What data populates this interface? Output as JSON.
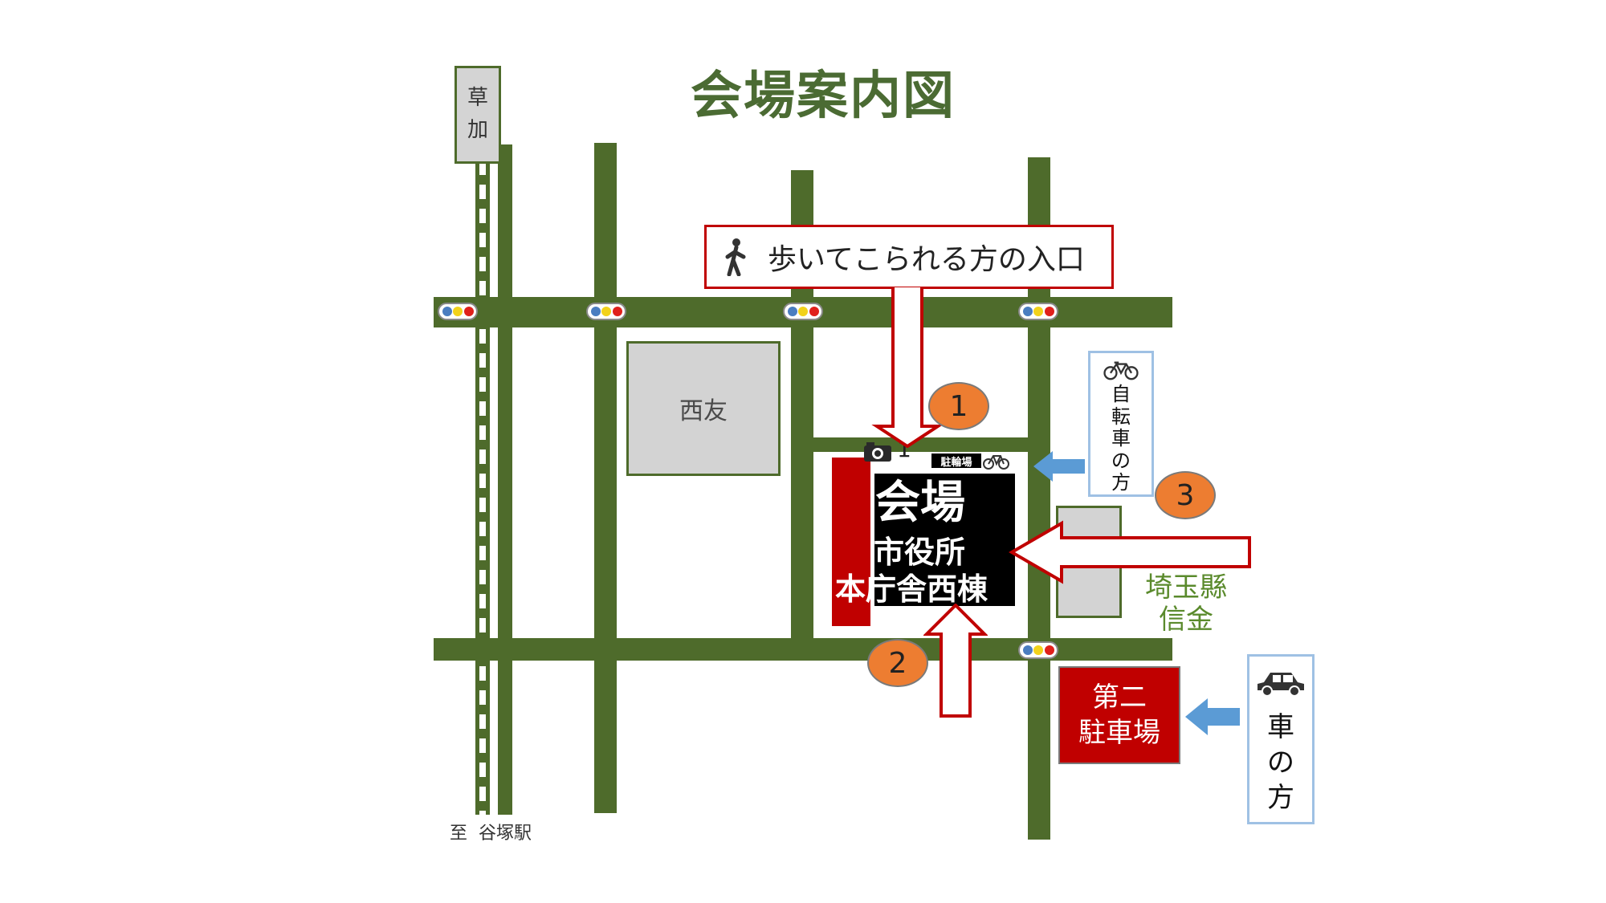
{
  "title": "会場案内図",
  "station": {
    "chars": [
      "草",
      "加"
    ]
  },
  "to_station_label": "至  谷塚駅",
  "walking_entrance_label": "歩いてこられる方の入口",
  "landmarks": {
    "saiyu": "西友",
    "shinkin_line1": "埼玉縣",
    "shinkin_line2": "信金"
  },
  "venue": {
    "line1": "会場",
    "line2": "市役所",
    "line3": "本庁舎西棟",
    "strip_char": "本"
  },
  "bicycle_parking_label": "駐輪場",
  "camera_number": "1",
  "bicycle_sign": {
    "chars": [
      "自",
      "転",
      "車",
      "の",
      "方"
    ]
  },
  "car_sign": {
    "chars": [
      "車",
      "の",
      "方"
    ]
  },
  "second_parking": {
    "line1": "第二",
    "line2": "駐車場"
  },
  "entrance_numbers": [
    "1",
    "2",
    "3"
  ],
  "colors": {
    "road": "#4e6b2b",
    "title": "#4b6b33",
    "accent_red": "#c00000",
    "marker_orange": "#ed7d31",
    "arrow_blue": "#5b9bd5",
    "sign_border": "#9fc1e4",
    "shinkin_text": "#5a8a2c",
    "signal_blue": "#4a7dc0",
    "signal_yellow": "#f2d21b",
    "signal_red": "#e0201b"
  },
  "icons": [
    "walking-person-icon",
    "bicycle-icon",
    "car-icon",
    "camera-icon",
    "traffic-signal-icon"
  ]
}
